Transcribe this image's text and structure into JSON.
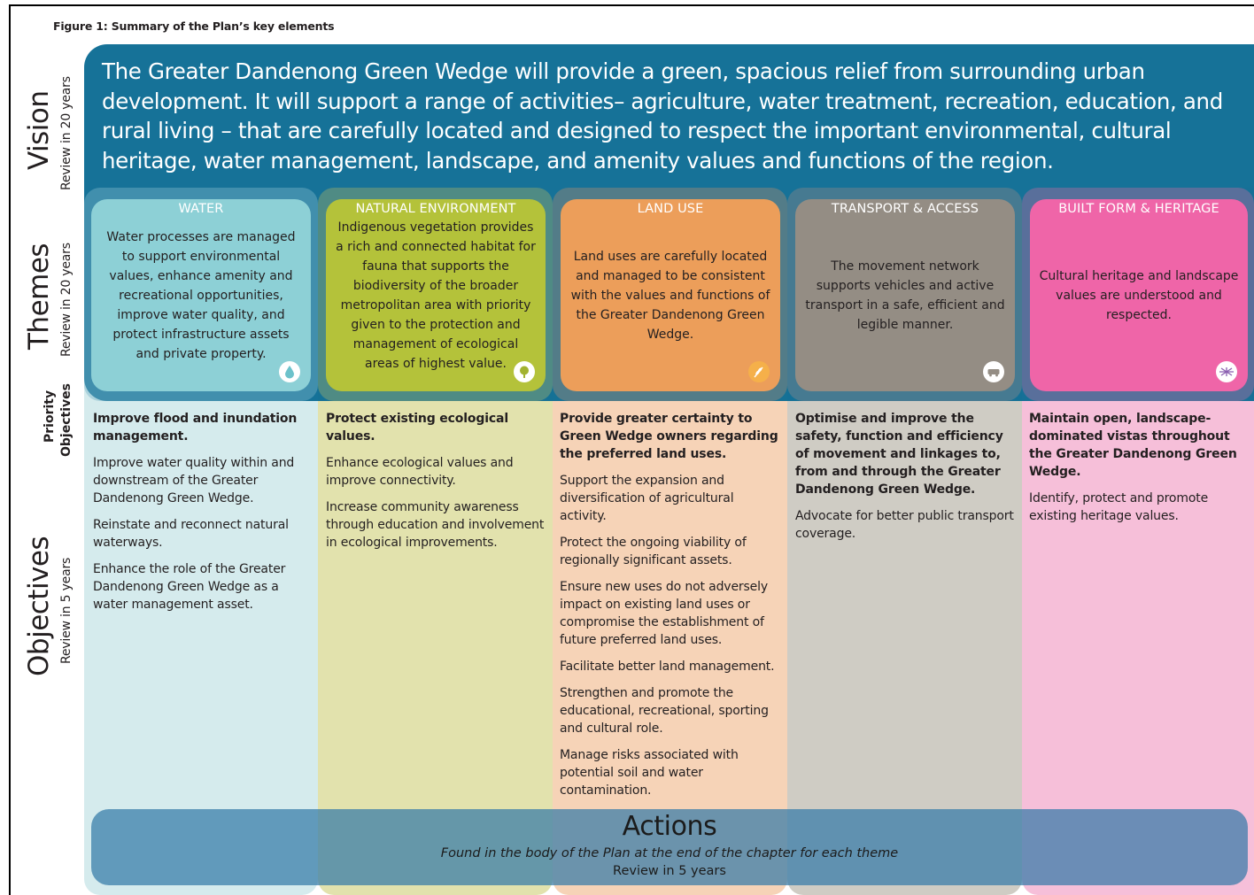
{
  "caption": "Figure 1: Summary of the Plan’s key elements",
  "row_labels": {
    "vision": {
      "title": "Vision",
      "review": "Review in 20 years"
    },
    "themes": {
      "title": "Themes",
      "review": "Review in 20 years"
    },
    "priority": {
      "line1": "Priority",
      "line2": "Objectives"
    },
    "objectives": {
      "title": "Objectives",
      "review": "Review in 5 years"
    }
  },
  "vision_text": "The Greater Dandenong Green Wedge will provide a green, spacious relief from surrounding urban development. It will support a range of activities– agriculture, water treatment, recreation, education, and rural living – that are carefully located and designed to respect the important environmental, cultural heritage, water management, landscape, and amenity values and functions of the region.",
  "themes": [
    {
      "title": "WATER",
      "text": "Water processes are managed to support environmental values, enhance amenity and recreational opportunities, improve water quality, and protect infrastructure assets and private property.",
      "icon": "water-drop-icon",
      "color": "#8dd0d6"
    },
    {
      "title": "NATURAL ENVIRONMENT",
      "text": "Indigenous vegetation provides a rich and connected habitat for fauna that supports the biodiversity of the broader metropolitan area with priority given to the protection and management of ecological areas of highest value.",
      "icon": "tree-icon",
      "color": "#b4c23a"
    },
    {
      "title": "LAND USE",
      "text": "Land uses are carefully located and managed to be consistent with the values and functions of the Greater Dandenong Green Wedge.",
      "icon": "wheat-icon",
      "color": "#ec9e5a"
    },
    {
      "title": "TRANSPORT & ACCESS",
      "text": "The movement network supports vehicles and active transport in a safe, efficient and legible manner.",
      "icon": "vehicle-icon",
      "color": "#948d84"
    },
    {
      "title": "BUILT FORM & HERITAGE",
      "text": "Cultural heritage and landscape values are understood and respected.",
      "icon": "heritage-icon",
      "color": "#ef65a8"
    }
  ],
  "objectives": [
    {
      "priority": "Improve flood and inundation management.",
      "items": [
        "Improve water quality within and downstream of the Greater Dandenong Green Wedge.",
        "Reinstate and reconnect natural waterways.",
        "Enhance the role of the Greater Dandenong Green Wedge as a water management asset."
      ]
    },
    {
      "priority": "Protect existing ecological values.",
      "items": [
        "Enhance ecological values and improve connectivity.",
        "Increase community awareness through education and involvement in ecological improvements."
      ]
    },
    {
      "priority": "Provide greater certainty to Green Wedge owners regarding the preferred land uses.",
      "items": [
        "Support the expansion and diversification of agricultural activity.",
        "Protect the ongoing viability of regionally significant assets.",
        "Ensure new uses do not adversely impact on existing land uses or compromise the establishment of future preferred land uses.",
        "Facilitate better land management.",
        "Strengthen and promote the educational, recreational, sporting and cultural role.",
        "Manage risks associated with potential soil and water contamination."
      ]
    },
    {
      "priority": "Optimise and improve the safety, function and efficiency of movement and linkages to, from and through the Greater Dandenong Green Wedge.",
      "items": [
        "Advocate for better public transport coverage."
      ]
    },
    {
      "priority": "Maintain open, landscape-dominated vistas throughout the Greater Dandenong Green Wedge.",
      "items": [
        "Identify, protect and promote existing heritage values."
      ]
    }
  ],
  "actions": {
    "title": "Actions",
    "subtitle": "Found in the body of the Plan at the end of the chapter for each theme",
    "review": "Review in 5 years"
  }
}
